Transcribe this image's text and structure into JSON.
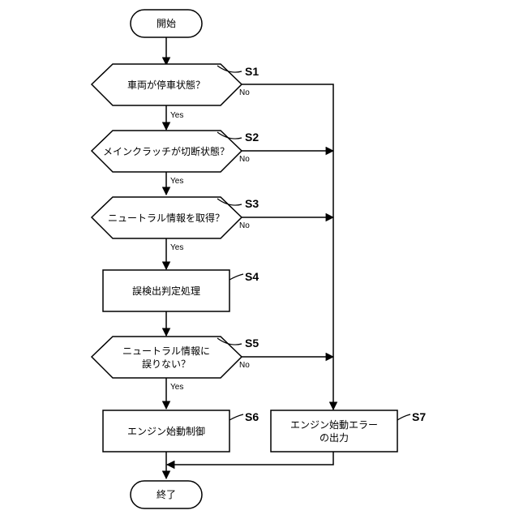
{
  "nodes": {
    "start": "開始",
    "s1": "車両が停車状態？",
    "s2": "メインクラッチが切断状態？",
    "s3": "ニュートラル情報を取得？",
    "s4": "誤検出判定処理",
    "s5_line1": "ニュートラル情報に",
    "s5_line2": "誤りない？",
    "s6": "エンジン始動制御",
    "s7_line1": "エンジン始動エラー",
    "s7_line2": "の出力",
    "end": "終了"
  },
  "step_labels": {
    "s1": "S1",
    "s2": "S2",
    "s3": "S3",
    "s4": "S4",
    "s5": "S5",
    "s6": "S6",
    "s7": "S7"
  },
  "branch_labels": {
    "s1_yes": "Yes",
    "s1_no": "No",
    "s2_yes": "Yes",
    "s2_no": "No",
    "s3_yes": "Yes",
    "s3_no": "No",
    "s5_yes": "Yes",
    "s5_no": "No"
  }
}
